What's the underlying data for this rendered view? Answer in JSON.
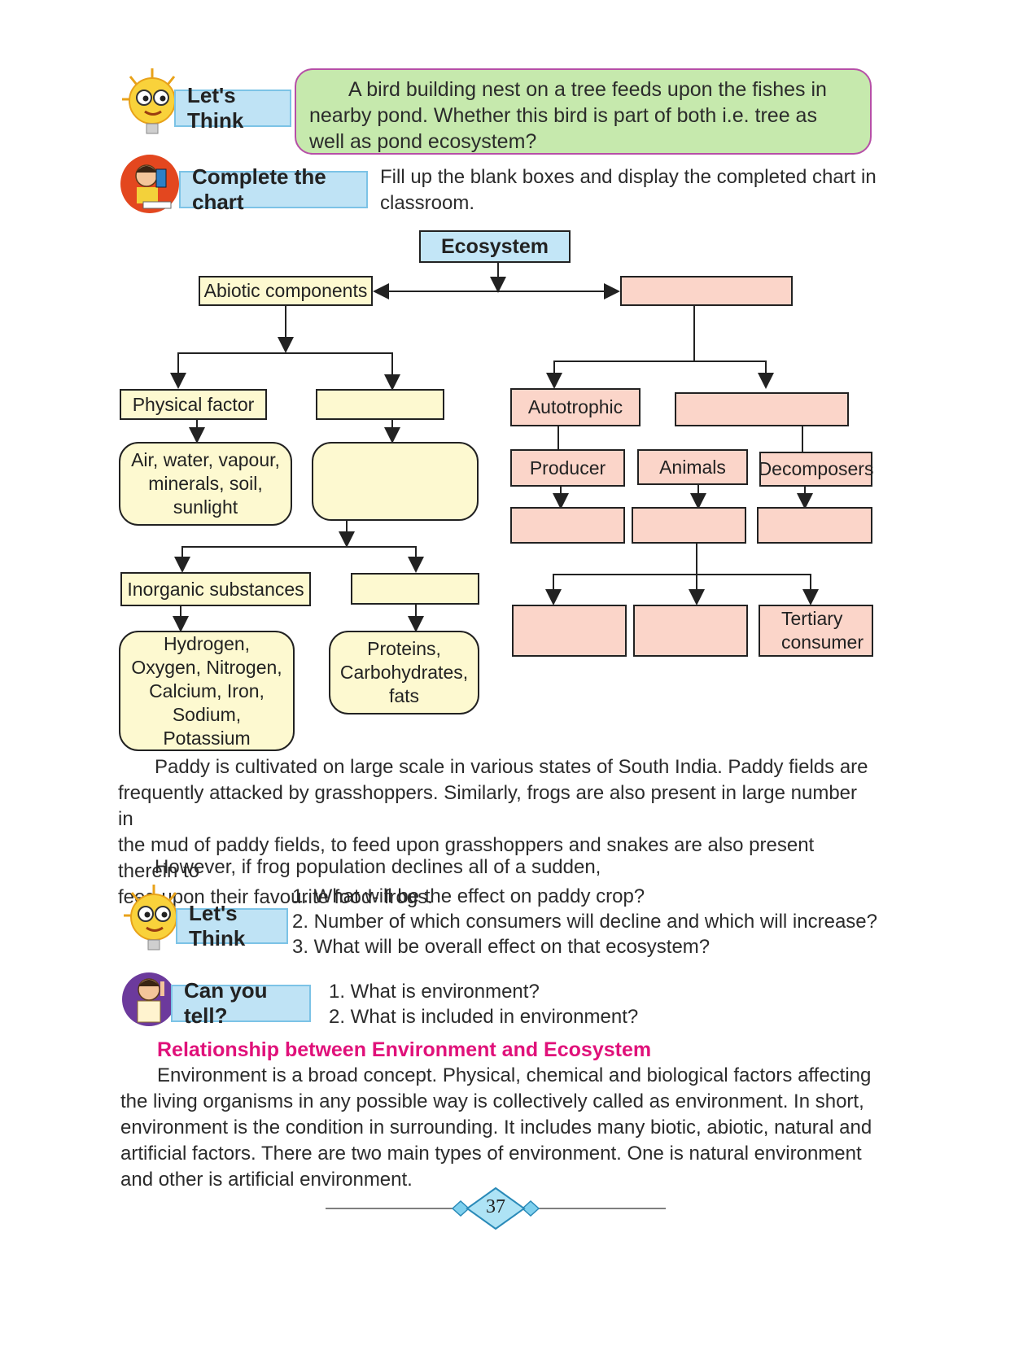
{
  "think1": {
    "tag": "Let's Think",
    "text": "A bird building nest on a tree feeds upon the fishes in nearby pond. Whether this bird is part of both i.e. tree as well as pond ecosystem?"
  },
  "complete_chart": {
    "tag": "Complete the chart",
    "instruction": "Fill up the blank boxes and display the completed chart in classroom."
  },
  "chart": {
    "root": "Ecosystem",
    "abiotic": "Abiotic components",
    "biotic_blank": "",
    "physical": "Physical factor",
    "chemical_blank": "",
    "physical_examples": "Air, water, vapour, minerals, soil, sunlight",
    "chemical_examples_blank": "",
    "inorganic": "Inorganic substances",
    "organic_blank": "",
    "inorganic_examples": "Hydrogen, Oxygen, Nitrogen, Calcium, Iron, Sodium, Potassium",
    "organic_examples": "Proteins, Carbohydrates, fats",
    "autotrophic": "Autotrophic",
    "heterotrophic_blank": "",
    "producer": "Producer",
    "animals": "Animals",
    "decomposers": "Decomposers",
    "tertiary": "Tertiary consumer"
  },
  "paragraph1": [
    "Paddy is cultivated on large scale in various states of South India. Paddy fields are",
    "frequently attacked by grasshoppers. Similarly, frogs are also present in large number in",
    "the mud of paddy fields, to feed upon grasshoppers and snakes are also present therein to",
    "feed upon their favourite food- frogs."
  ],
  "paragraph2": "However, if frog population declines all of a sudden,",
  "think2": {
    "tag": "Let's Think",
    "questions": [
      "1. What will be the effect on paddy crop?",
      "2. Number of which consumers will decline and which will increase?",
      "3. What will be overall effect on that ecosystem?"
    ]
  },
  "can_you_tell": {
    "tag": "Can you tell?",
    "questions": [
      "1. What is environment?",
      "2. What is included in environment?"
    ]
  },
  "section": {
    "heading": "Relationship between Environment and Ecosystem",
    "lines": [
      "Environment is a broad concept. Physical, chemical and biological factors affecting",
      "the living organisms in any possible way is collectively called as environment. In short,",
      "environment is the condition in surrounding. It includes many biotic, abiotic, natural and",
      "artificial factors. There are two main types of environment. One is natural environment",
      "and other is artificial environment."
    ]
  },
  "page_number": "37",
  "colors": {
    "tag_blue": "#bfe3f5",
    "bubble_green": "#c6e9ad",
    "box_yellow": "#fdf9d0",
    "box_pink": "#fbd5c9",
    "heading_pink": "#e0117a"
  }
}
